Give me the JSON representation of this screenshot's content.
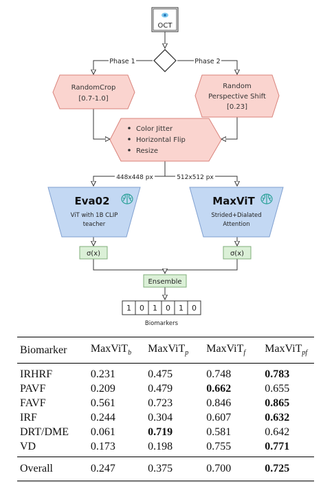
{
  "diagram": {
    "input": {
      "label": "OCT",
      "icon": "eye-icon"
    },
    "phase1_label": "Phase 1",
    "phase2_label": "Phase 2",
    "random_crop": {
      "line1": "RandomCrop",
      "line2": "[0.7-1.0]"
    },
    "random_perspective": {
      "line1": "Random",
      "line2": "Perspective Shift",
      "line3": "[0.23]"
    },
    "augment_items": [
      "Color Jitter",
      "Horizontal Flip",
      "Resize"
    ],
    "size_left": "448x448 px",
    "size_right": "512x512 px",
    "eva": {
      "name": "Eva02",
      "line1": "ViT with 1B CLIP",
      "line2": "teacher",
      "icon": "brain-icon"
    },
    "maxvit": {
      "name": "MaxViT",
      "line1": "Strided+Dialated",
      "line2": "Attention",
      "icon": "brain-icon"
    },
    "sigmoid_left": "σ(x)",
    "sigmoid_right": "σ(x)",
    "ensemble": "Ensemble",
    "output_bits": [
      "1",
      "0",
      "1",
      "0",
      "1",
      "0"
    ],
    "output_label": "Biomarkers",
    "colors": {
      "salmon": "#fad4cf",
      "salmon_border": "#d9827a",
      "blue": "#c3d8f3",
      "blue_border": "#7f9fcf",
      "green": "#dbf0d7",
      "green_border": "#7fae7a",
      "icon_teal": "#2aa198"
    }
  },
  "table": {
    "header": {
      "biomarker": "Biomarker",
      "cols": [
        {
          "base": "MaxViT",
          "sub": "b"
        },
        {
          "base": "MaxViT",
          "sub": "p"
        },
        {
          "base": "MaxViT",
          "sub": "f"
        },
        {
          "base": "MaxViT",
          "sub": "pf"
        }
      ]
    },
    "rows": [
      {
        "name": "IRHRF",
        "values": [
          "0.231",
          "0.475",
          "0.748",
          "0.783"
        ],
        "best": 3
      },
      {
        "name": "PAVF",
        "values": [
          "0.209",
          "0.479",
          "0.662",
          "0.655"
        ],
        "best": 2
      },
      {
        "name": "FAVF",
        "values": [
          "0.561",
          "0.723",
          "0.846",
          "0.865"
        ],
        "best": 3
      },
      {
        "name": "IRF",
        "values": [
          "0.244",
          "0.304",
          "0.607",
          "0.632"
        ],
        "best": 3
      },
      {
        "name": "DRT/DME",
        "values": [
          "0.061",
          "0.719",
          "0.581",
          "0.642"
        ],
        "best": 1
      },
      {
        "name": "VD",
        "values": [
          "0.173",
          "0.198",
          "0.755",
          "0.771"
        ],
        "best": 3
      }
    ],
    "overall": {
      "name": "Overall",
      "values": [
        "0.247",
        "0.375",
        "0.700",
        "0.725"
      ],
      "best": 3
    }
  }
}
